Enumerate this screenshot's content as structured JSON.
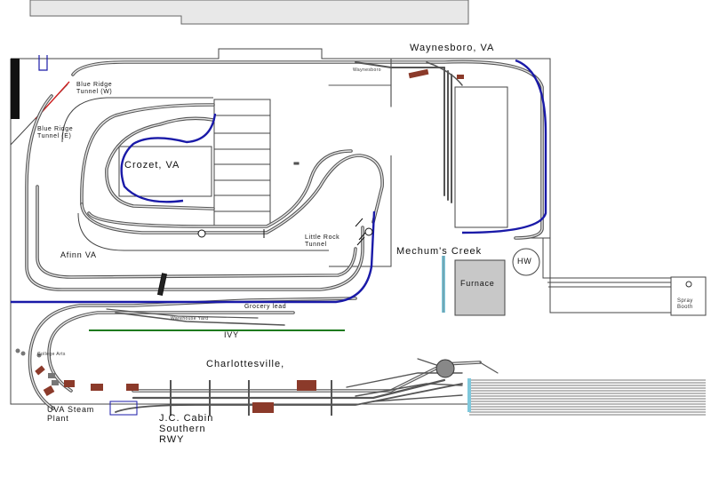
{
  "labels": {
    "waynesboro": "Waynesboro, VA",
    "blue_ridge_w": "Blue Ridge Tunnel (W)",
    "blue_ridge_e": "Blue Ridge Tunnel (E)",
    "crozet": "Crozet, VA",
    "little_rock": "Little Rock Tunnel",
    "afton": "Afinn VA",
    "mechums": "Mechum's Creek",
    "hw": "HW",
    "furnace": "Furnace",
    "spray": "Spray Booth",
    "grocery": "Grocery lead",
    "ivy": "IVY",
    "charlottesville": "Charlottesville,",
    "college": "College Arts",
    "uva": "UVA Steam Plant",
    "jc_cabin": "J.C. Cabin Southern RWY",
    "waynesboro_small": "Waynesboro",
    "small_yard": "Warehouse Yard"
  },
  "colors": {
    "track": "#555555",
    "rail_fill": "#e6e6e6",
    "blue_line": "#1a1aa8",
    "green_line": "#1e7a1e",
    "tunnel_red": "#d02020",
    "building_brown": "#8b3a2a",
    "furnace_gray": "#c8c8c8",
    "light_blue": "#7fc8dc"
  }
}
